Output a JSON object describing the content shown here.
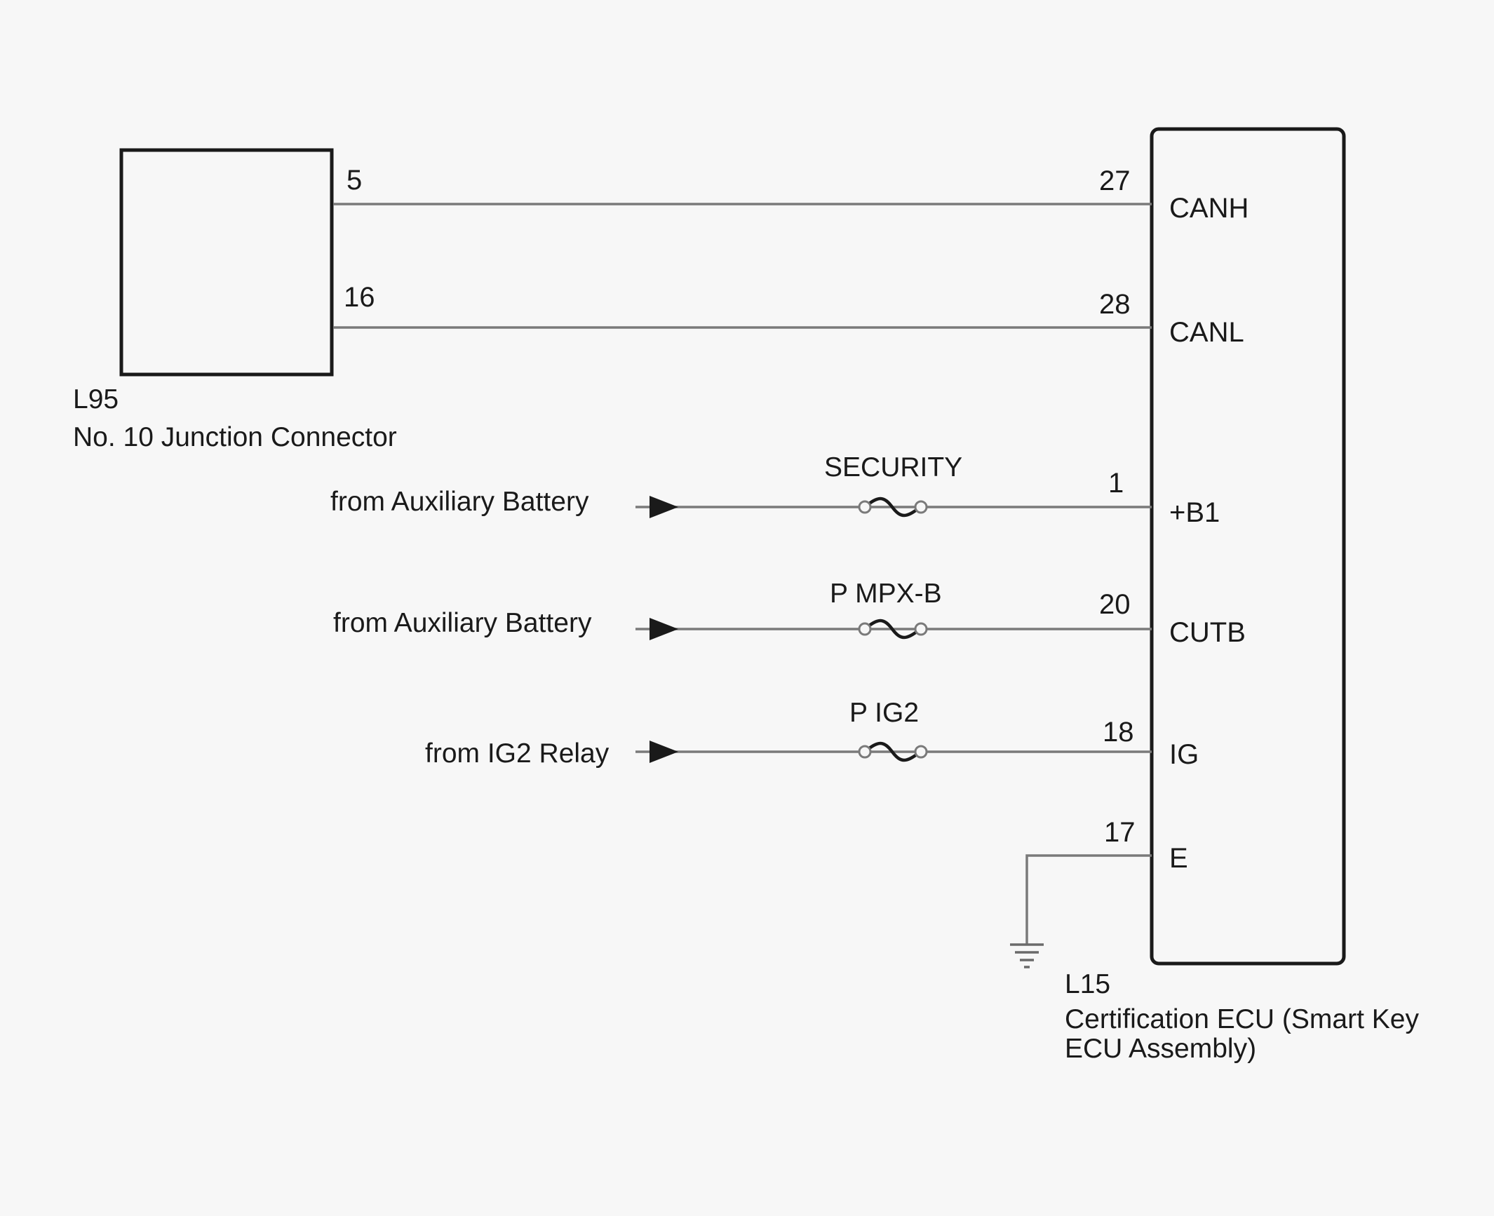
{
  "junction_connector": {
    "code": "L95",
    "name": "No. 10 Junction Connector",
    "pins": {
      "canh": "5",
      "canl": "16"
    }
  },
  "ecu": {
    "code": "L15",
    "name_line1": "Certification ECU (Smart Key",
    "name_line2": "ECU Assembly)",
    "pins": {
      "canh": {
        "number": "27",
        "terminal": "CANH"
      },
      "canl": {
        "number": "28",
        "terminal": "CANL"
      },
      "b1": {
        "number": "1",
        "terminal": "+B1"
      },
      "cutb": {
        "number": "20",
        "terminal": "CUTB"
      },
      "ig": {
        "number": "18",
        "terminal": "IG"
      },
      "e": {
        "number": "17",
        "terminal": "E"
      }
    }
  },
  "inputs": [
    {
      "source": "from Auxiliary Battery",
      "fuse": "SECURITY"
    },
    {
      "source": "from Auxiliary Battery",
      "fuse": "P MPX-B"
    },
    {
      "source": "from IG2 Relay",
      "fuse": "P IG2"
    }
  ],
  "colors": {
    "background": "#f7f7f7",
    "wire": "#7a7a7a",
    "outline": "#1a1a1a"
  },
  "icons": [
    "fuse-icon",
    "arrow-right-icon",
    "ground-icon"
  ]
}
